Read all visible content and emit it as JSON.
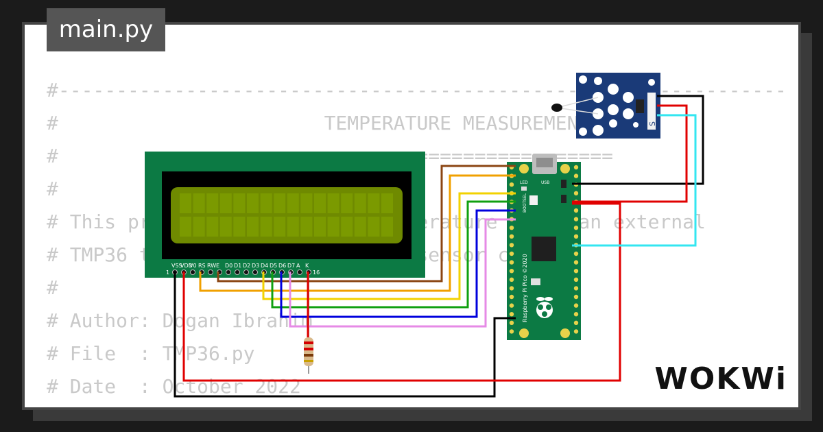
{
  "tab": {
    "label": "main.py"
  },
  "code_lines": [
    "#---------------------------------------------------------------",
    "#                       TEMPERATURE MEASUREMENT",
    "#                       =========================",
    "#",
    "# This program measures the temperature using an external",
    "# TMP36 type analog temperature sensor chip",
    "#",
    "# Author: Dogan Ibrahim",
    "# File  : TMP36.py",
    "# Date  : October 2022",
    "#"
  ],
  "lcd": {
    "pin_labels": [
      "VSS",
      "VDD",
      "V0",
      "RS",
      "RW",
      "E",
      "D0",
      "D1",
      "D2",
      "D3",
      "D4",
      "D5",
      "D6",
      "D7",
      "A",
      "K"
    ],
    "pin_first": "1",
    "pin_last": "16"
  },
  "pico": {
    "usb_label": "USB",
    "led_label": "LED",
    "bootsel_label": "BOOTSEL",
    "board_text": "Raspberry Pi Pico ©2020"
  },
  "sensor": {
    "side_label": "S"
  },
  "brand": "WOKWi",
  "colors": {
    "wire_red": "#e00000",
    "wire_black": "#000000",
    "wire_brown": "#8b4513",
    "wire_orange": "#f0a000",
    "wire_yellow": "#f2d200",
    "wire_green": "#10a010",
    "wire_blue": "#0000dd",
    "wire_violet": "#e68ae6",
    "wire_cyan": "#33e6f0",
    "pcb_green": "#0c7a44",
    "module_blue": "#1a3a78"
  }
}
